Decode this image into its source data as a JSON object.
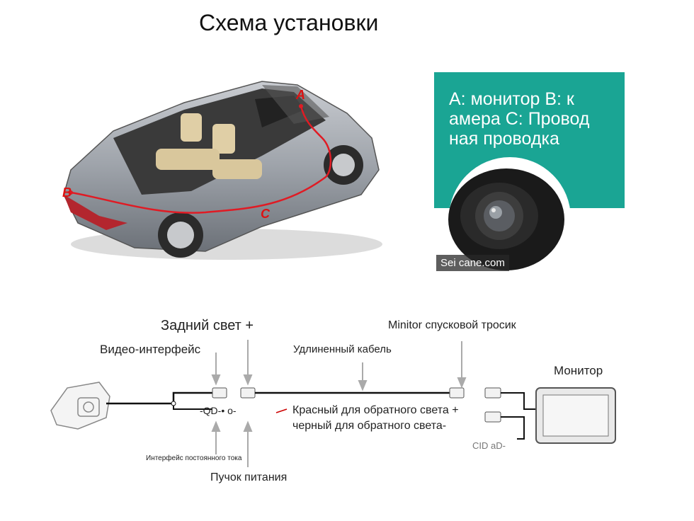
{
  "title": "Схема установки",
  "car_markers": {
    "a": "A",
    "b": "B",
    "c": "C"
  },
  "camera_panel": {
    "text": "A: монитор B: к\nамера C: Провод\nная проводка",
    "watermark": "Sei cane.com",
    "color": "#1aa594"
  },
  "wiring": {
    "rear_light": "Задний свет +",
    "video_interface": "Видео-интерфейс",
    "extension_cable": "Удлиненный кабель",
    "monitor_trigger": "Minitor спусковой тросик",
    "monitor": "Монитор",
    "red_wire": "Красный для обратного света +",
    "black_wire": "черный для обратного света-",
    "qd_label": "-QD-• o-",
    "cid_label": "CID aD-",
    "dc_interface": "Интерфейс постоянного тока",
    "power_bundle": "Пучок питания"
  }
}
